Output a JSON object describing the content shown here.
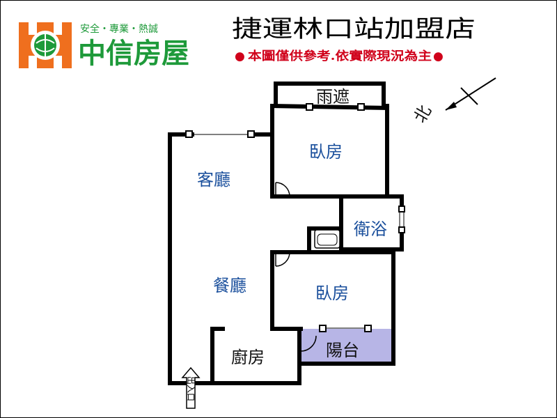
{
  "header": {
    "tagline": "安全・專業・熱誠",
    "brand": "中信房屋",
    "store_title": "捷運林口站加盟店",
    "note_bullet": "●",
    "note": "本圖僅供參考.依實際現況為主"
  },
  "compass": {
    "label": "北"
  },
  "rooms": {
    "canopy": "雨遮",
    "bedroom_top": "臥房",
    "living": "客廳",
    "bathroom": "衛浴",
    "dining": "餐廳",
    "bedroom_mid": "臥房",
    "balcony": "陽台",
    "kitchen": "廚房"
  },
  "entrance": {
    "label": "出入口"
  },
  "colors": {
    "brand_green": "#1e9a3a",
    "logo_orange": "#ef6f1e",
    "room_blue": "#1a4f9c",
    "note_red": "#d0021b",
    "balcony_fill": "#b7b5e6"
  }
}
